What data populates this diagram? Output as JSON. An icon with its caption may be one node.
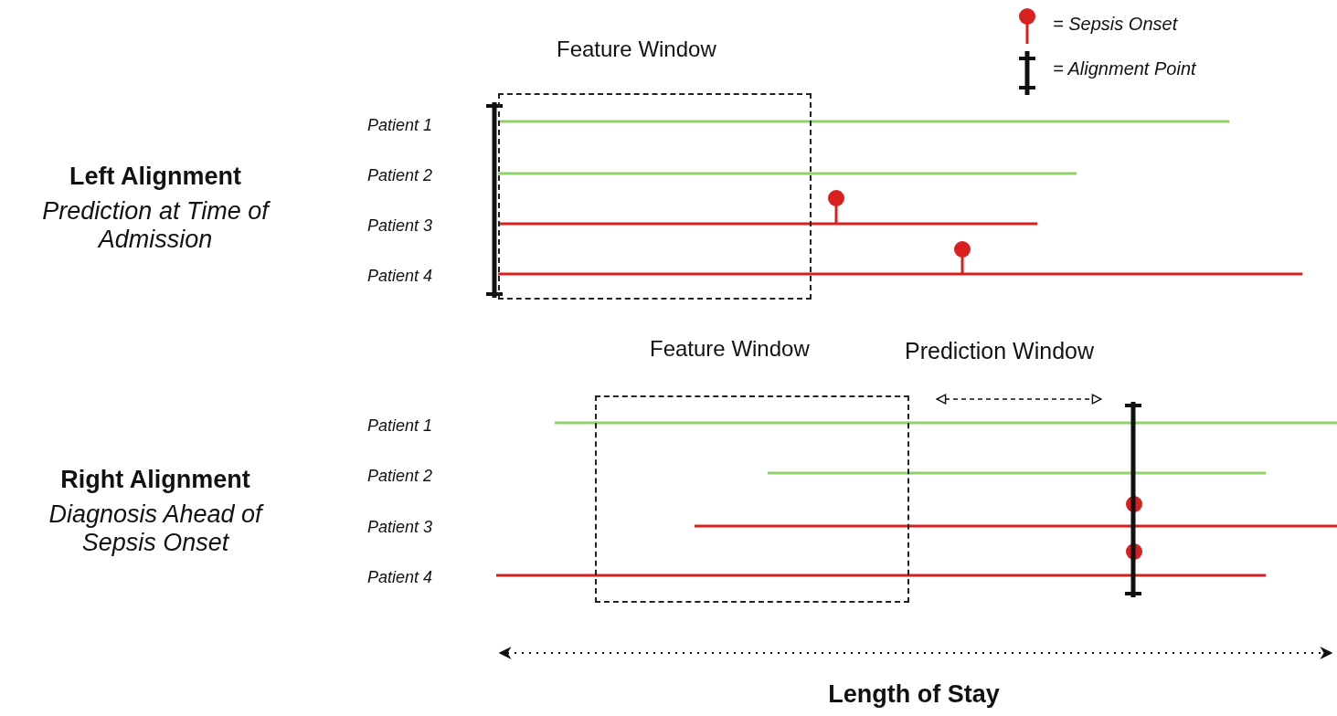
{
  "diagram": {
    "nodes": [
      {
        "text": [
          "Feature Window"
        ]
      },
      {
        "text": [
          "Feature Window"
        ]
      }
    ],
    "labels": [
      "Left Alignment",
      "Prediction at Time of Admission",
      "Patient 1",
      "Patient 2",
      "Patient 3",
      "Patient 4",
      "Prediction Window",
      "Right Alignment",
      "Diagnosis Ahead of Sepsis Onset",
      "Patient 1",
      "Patient 2",
      "Patient 3",
      "Patient 4",
      "Length of Stay"
    ],
    "legend": [
      {
        "text": "= Sepsis Onset"
      },
      {
        "text": "= Alignment Point"
      }
    ]
  }
}
